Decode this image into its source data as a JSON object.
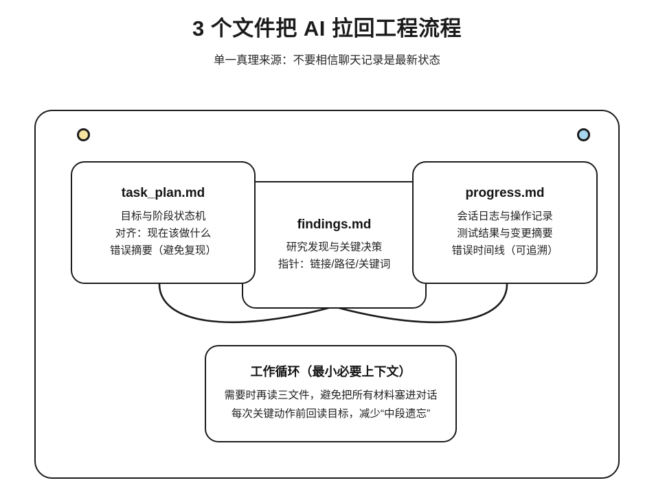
{
  "header": {
    "title": "3 个文件把 AI 拉回工程流程",
    "subtitle": "单一真理来源：不要相信聊天记录是最新状态"
  },
  "frame": {
    "dots": [
      {
        "name": "status-dot-yellow",
        "color": "#F5E3A0"
      },
      {
        "name": "status-dot-blue",
        "color": "#A6D7F0"
      }
    ],
    "border_color": "#1b1b1b"
  },
  "cards": {
    "task_plan": {
      "title": "task_plan.md",
      "lines": [
        "目标与阶段状态机",
        "对齐：现在该做什么",
        "错误摘要（避免复现）"
      ]
    },
    "findings": {
      "title": "findings.md",
      "lines": [
        "研究发现与关键决策",
        "指针：链接/路径/关键词"
      ]
    },
    "progress": {
      "title": "progress.md",
      "lines": [
        "会话日志与操作记录",
        "测试结果与变更摘要",
        "错误时间线（可追溯）"
      ]
    },
    "loop": {
      "title": "工作循环（最小必要上下文）",
      "lines": [
        "需要时再读三文件，避免把所有材料塞进对话",
        "每次关键动作前回读目标，减少“中段遗忘”"
      ]
    }
  },
  "connectors": {
    "arrow_direction": "down",
    "description": "task_plan.md 与 progress.md 曲线汇聚到 工作循环"
  }
}
